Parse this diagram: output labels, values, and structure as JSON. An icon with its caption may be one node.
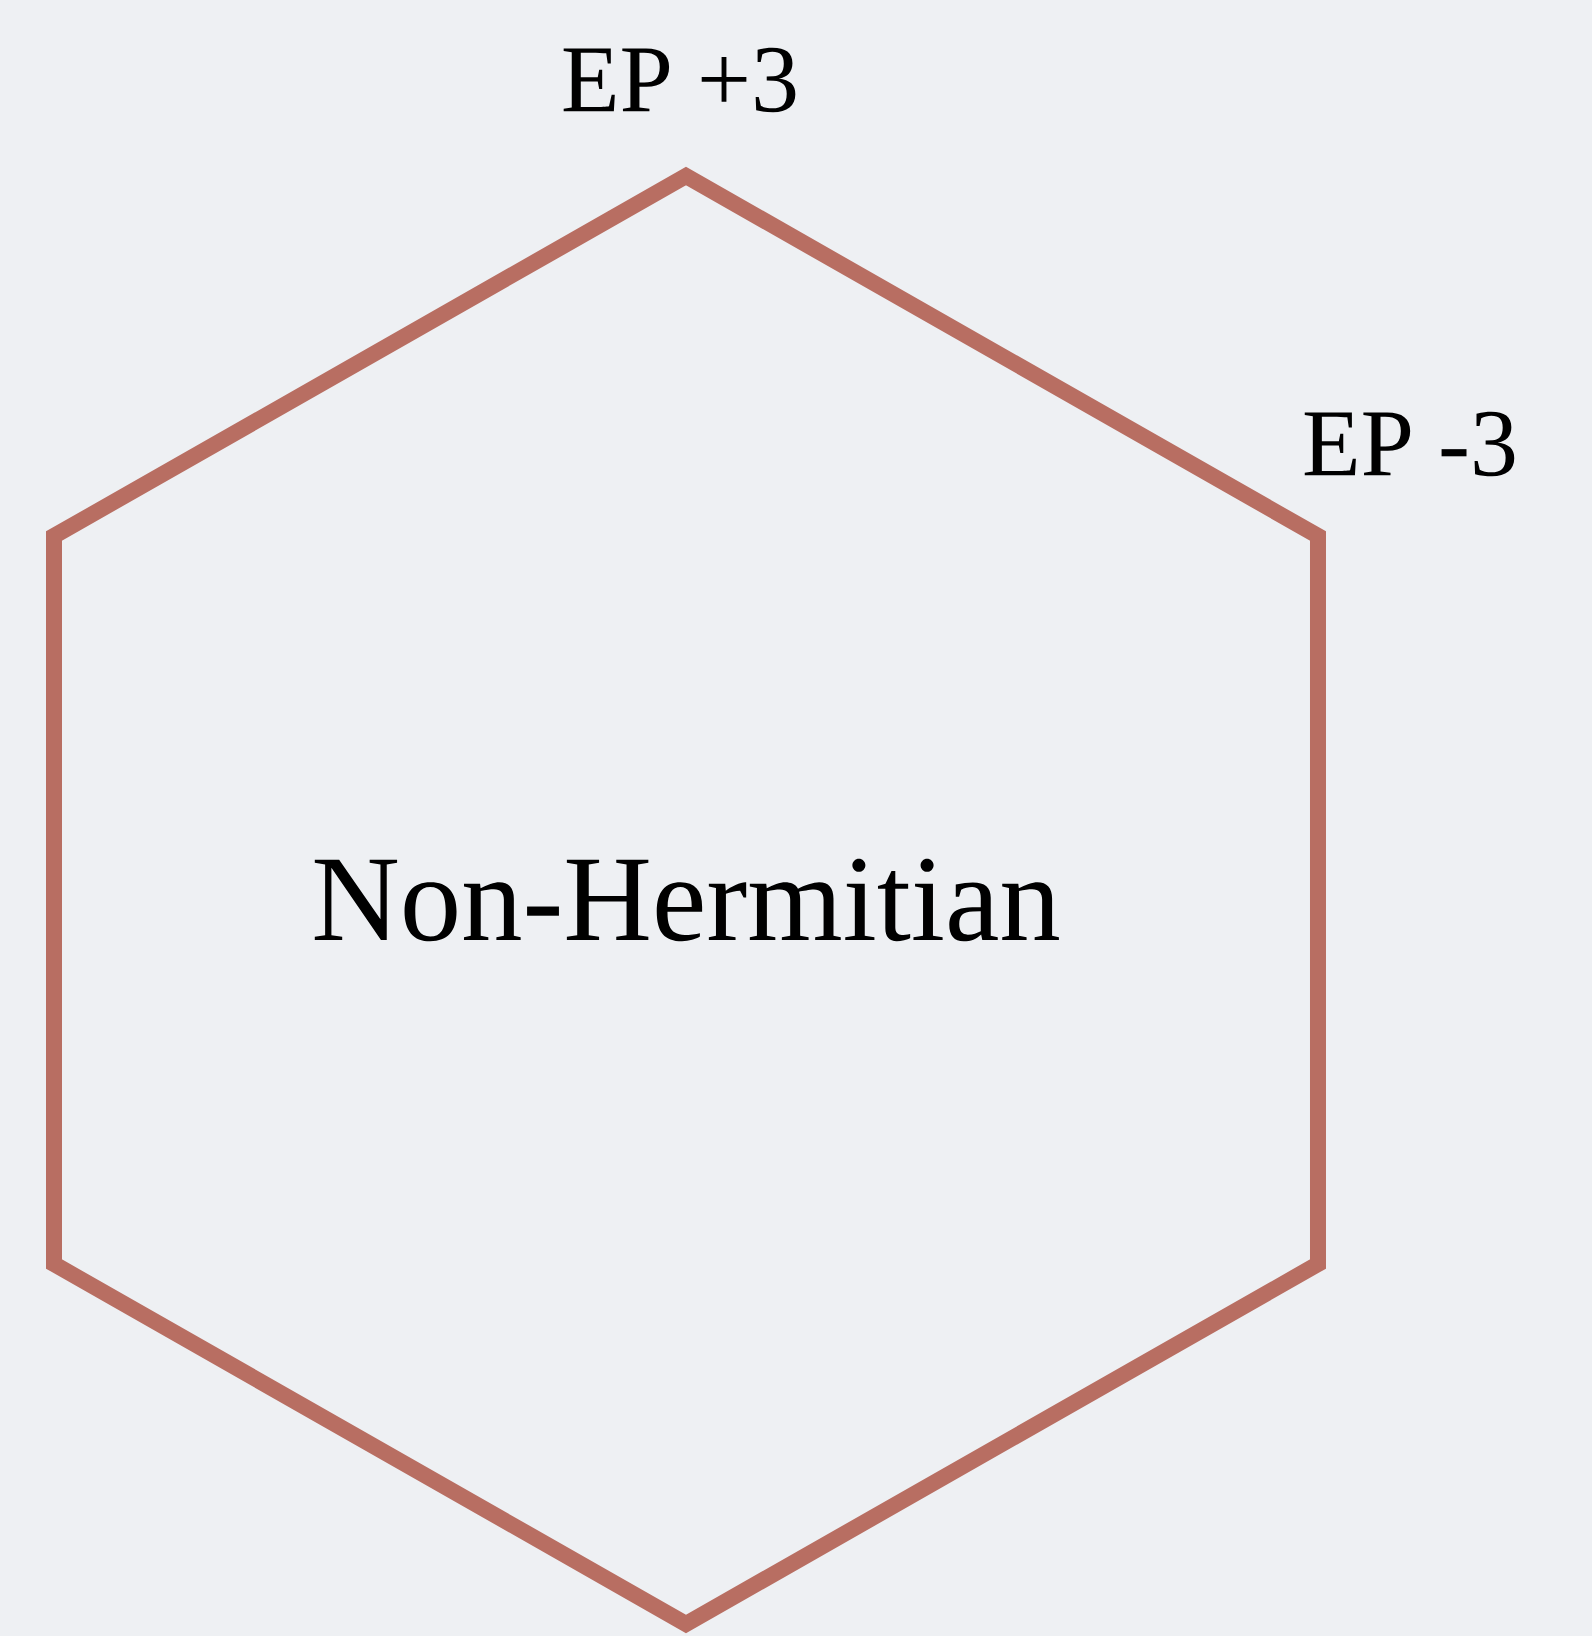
{
  "diagram": {
    "nodes": [
      {
        "text": [
          "Non-Hermitian"
        ],
        "beside": [
          "EP +3",
          "EP -3"
        ]
      }
    ]
  }
}
